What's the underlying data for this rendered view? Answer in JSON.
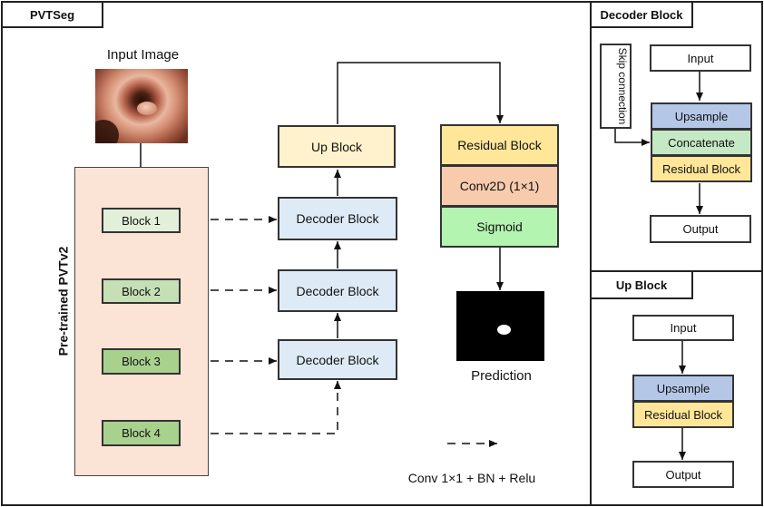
{
  "colors": {
    "encoder_panel": "#fbe3d5",
    "block1": "#e2efd9",
    "block2": "#c5e0b4",
    "block3": "#a9d18e",
    "block4": "#a9d18e",
    "decoder": "#deebf7",
    "up_block": "#fff2cc",
    "residual": "#ffe699",
    "conv2d": "#f8cbad",
    "sigmoid": "#b3f5b0",
    "upsample": "#b4c7e7",
    "concatenate": "#c5e8c5"
  },
  "main": {
    "title": "PVTSeg",
    "input_label": "Input Image",
    "encoder_label": "Pre-trained PVTv2",
    "blocks": [
      "Block 1",
      "Block 2",
      "Block 3",
      "Block 4"
    ],
    "decoders": [
      "Decoder Block",
      "Decoder Block",
      "Decoder Block"
    ],
    "up_block": "Up Block",
    "head": [
      "Residual Block",
      "Conv2D (1×1)",
      "Sigmoid"
    ],
    "prediction_label": "Prediction",
    "legend_text": "Conv 1×1 + BN + Relu"
  },
  "decoder_block": {
    "title": "Decoder Block",
    "skip": "Skip connection",
    "input": "Input",
    "upsample": "Upsample",
    "concatenate": "Concatenate",
    "residual": "Residual Block",
    "output": "Output"
  },
  "up_block_panel": {
    "title": "Up Block",
    "input": "Input",
    "upsample": "Upsample",
    "residual": "Residual Block",
    "output": "Output"
  }
}
